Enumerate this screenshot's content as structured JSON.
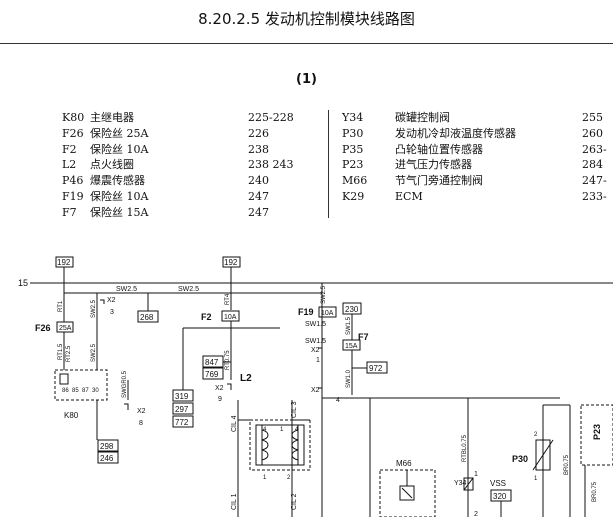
{
  "title": "8.20.2.5 发动机控制模块线路图",
  "section": "(1)",
  "legend_left": [
    {
      "code": "K80",
      "name": "主继电器",
      "ref": "225-228"
    },
    {
      "code": "F26",
      "name": "保险丝 25A",
      "ref": "226"
    },
    {
      "code": "F2",
      "name": "保险丝 10A",
      "ref": "238"
    },
    {
      "code": "L2",
      "name": "点火线圈",
      "ref": "238 243"
    },
    {
      "code": "P46",
      "name": "爆震传感器",
      "ref": "240"
    },
    {
      "code": "F19",
      "name": "保险丝 10A",
      "ref": "247"
    },
    {
      "code": "F7",
      "name": "保险丝 15A",
      "ref": "247"
    }
  ],
  "legend_right": [
    {
      "code": "Y34",
      "name": "碳罐控制阀",
      "ref": "255"
    },
    {
      "code": "P30",
      "name": "发动机冷却液温度传感器",
      "ref": "260"
    },
    {
      "code": "P35",
      "name": "凸轮轴位置传感器",
      "ref": "263-"
    },
    {
      "code": "P23",
      "name": "进气压力传感器",
      "ref": "284"
    },
    {
      "code": "M66",
      "name": "节气门旁通控制阀",
      "ref": "247-"
    },
    {
      "code": "K29",
      "name": "ECM",
      "ref": "233-"
    }
  ],
  "diagram": {
    "bus": "15",
    "refs": {
      "top_left": "192",
      "top_mid": "192",
      "r268": "268",
      "r230": "230",
      "r972": "972",
      "r298": "298",
      "r246": "246",
      "r319": "319",
      "r297": "297",
      "r772": "772",
      "r847": "847",
      "r769": "769",
      "vss_val": "320"
    },
    "wires": {
      "sw25_a": "SW2.5",
      "sw25_b": "SW2.5",
      "sw25_v1": "SW2.5",
      "sw25_v2": "SW2.5",
      "rt1": "RT1",
      "rt1_5": "RT1.5",
      "rt2_5": "RT2.5",
      "sw25_k": "SW2.5",
      "swgr": "SWGR0.5",
      "rt4": "RT4",
      "rt075": "RT0.75",
      "sw15_a": "SW1.5",
      "sw15_b": "SW1.5",
      "sw15_c": "SW1.5",
      "sw10": "SW1.0",
      "rtbl": "RTBL0.75",
      "br075_a": "BR0.75",
      "br075_b": "BR0.75",
      "cil1": "CIL 1",
      "cil2": "CIL 2",
      "cil3": "CIL 3",
      "cil4": "CIL 4"
    },
    "components": {
      "f26": "F26",
      "f26_rating": "25A",
      "k80": "K80",
      "f2": "F2",
      "f2_rating": "10A",
      "f19": "F19",
      "f19_rating": "10A",
      "f7": "F7",
      "f7_rating": "15A",
      "l2": "L2",
      "m66": "M66",
      "y34": "Y34",
      "vss": "VSS",
      "p30": "P30",
      "p23": "P23"
    },
    "connectors": {
      "x2": "X2"
    },
    "pins": {
      "p3": "3",
      "p8": "8",
      "p9": "9",
      "p1": "1",
      "p4": "4",
      "p2": "2",
      "p1b": "1",
      "p2b": "2",
      "k86": "86",
      "k85": "85",
      "k87": "87",
      "k30": "30"
    }
  }
}
